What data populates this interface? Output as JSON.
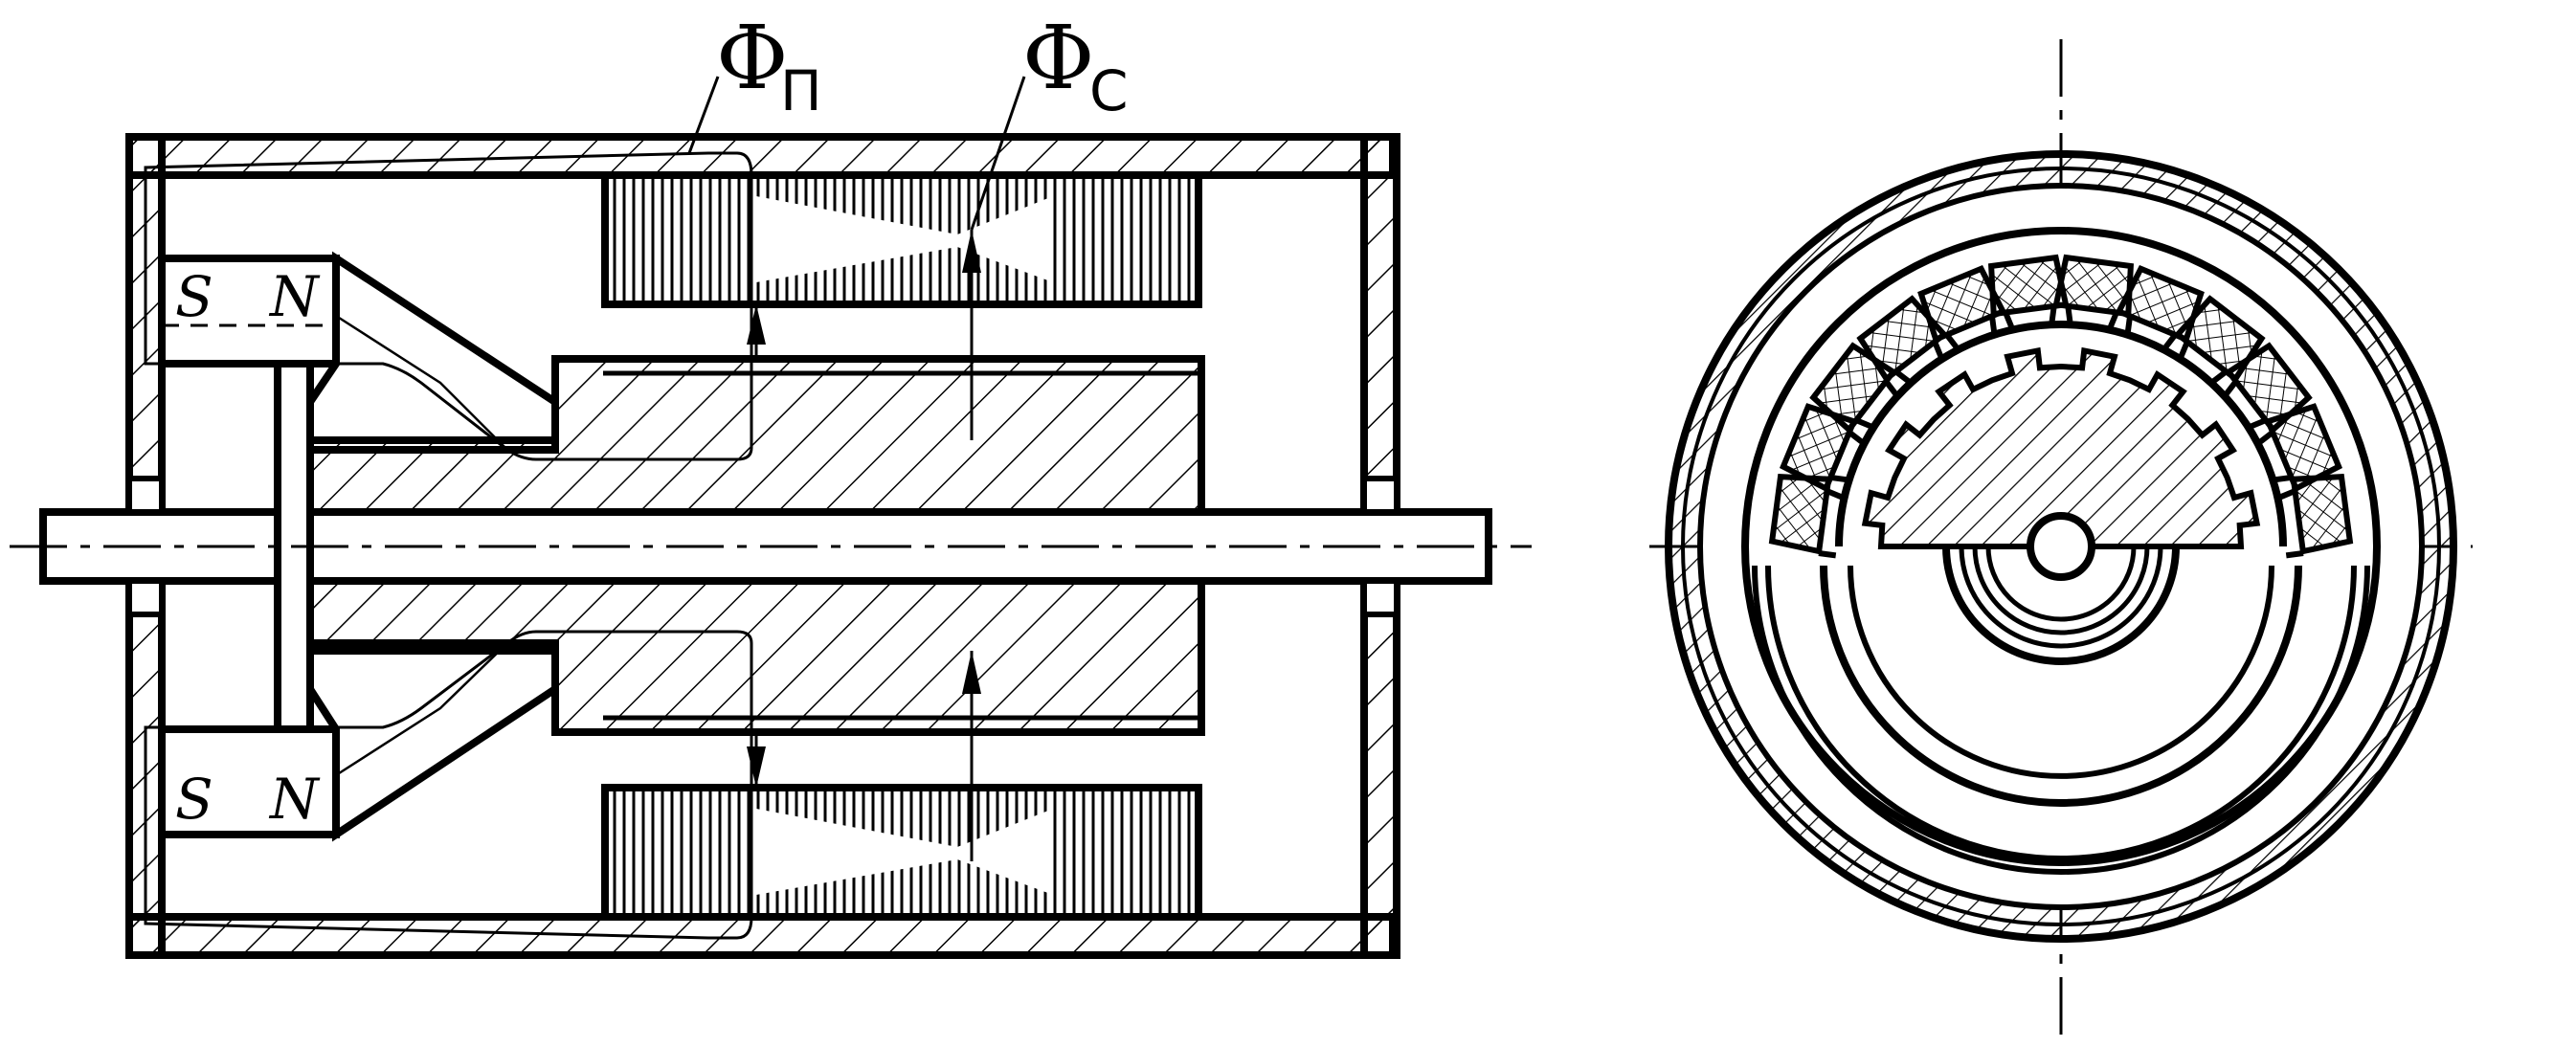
{
  "labels": {
    "flux_main": "Φ",
    "flux_p_sub": "П",
    "flux_c_sub": "C",
    "pole_s": "S",
    "pole_n": "N"
  },
  "colors": {
    "ink": "#000000",
    "paper": "#ffffff"
  }
}
